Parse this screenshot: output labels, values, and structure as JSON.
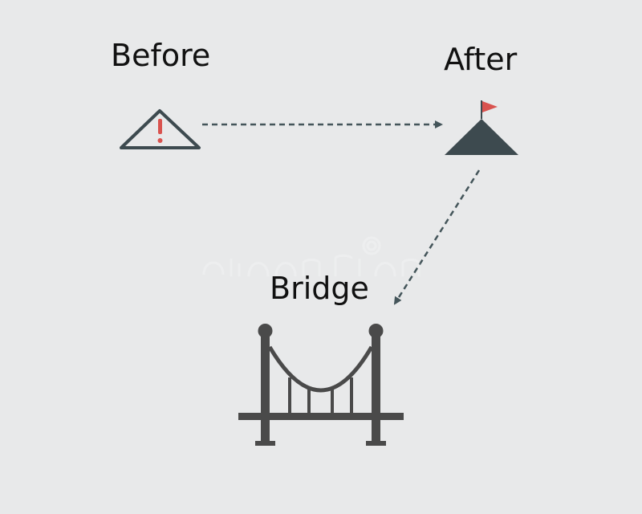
{
  "labels": {
    "before": "Before",
    "after": "After",
    "bridge": "Bridge"
  },
  "colors": {
    "background": "#e8e9ea",
    "text": "#111111",
    "icon": "#3d4a4f",
    "arrow": "#44555a",
    "warning_mark": "#d9534f",
    "flag": "#d9534f",
    "bridge": "#4a4a4a"
  },
  "icons": {
    "before": "warning-triangle-icon",
    "after": "mountain-flag-icon",
    "bridge": "suspension-bridge-icon"
  }
}
